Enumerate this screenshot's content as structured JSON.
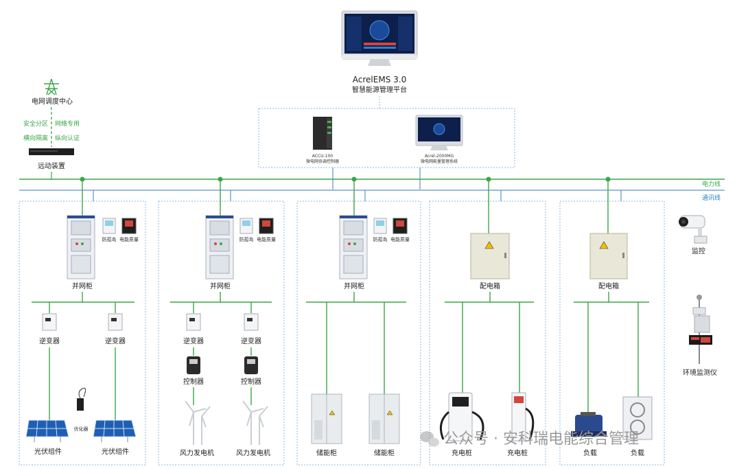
{
  "platform": {
    "name": "AcrelEMS  3.0",
    "subtitle": "智慧能源管理平台"
  },
  "grid": {
    "center": "电网调度中心",
    "tags": [
      "安全分区",
      "网络专用",
      "横向隔离",
      "纵向认证"
    ],
    "remote": "远动装置"
  },
  "controllers": [
    {
      "name": "ACCU-100",
      "desc": "微电网协调控制器"
    },
    {
      "name": "Acrel-2000MG",
      "desc": "微电网能量管理系统"
    }
  ],
  "lines": {
    "power": "电力线",
    "comm": "通讯线"
  },
  "labels": {
    "anti_island": "防孤岛",
    "power_quality": "电能质量",
    "grid_cabinet": "并网柜",
    "dist_box": "配电箱",
    "inverter": "逆变器",
    "controller": "控制器",
    "optimizer": "优化器",
    "pv": "光伏组件",
    "wind": "风力发电机",
    "storage": "储能柜",
    "charger": "充电桩",
    "load": "负载",
    "monitor": "监控",
    "env": "环境监测仪"
  },
  "watermark": "公众号 · 安科瑞电能综合管理",
  "colors": {
    "power_line": "#3aa648",
    "comm_line": "#5b92c8",
    "box_border": "#8fb6dc"
  }
}
